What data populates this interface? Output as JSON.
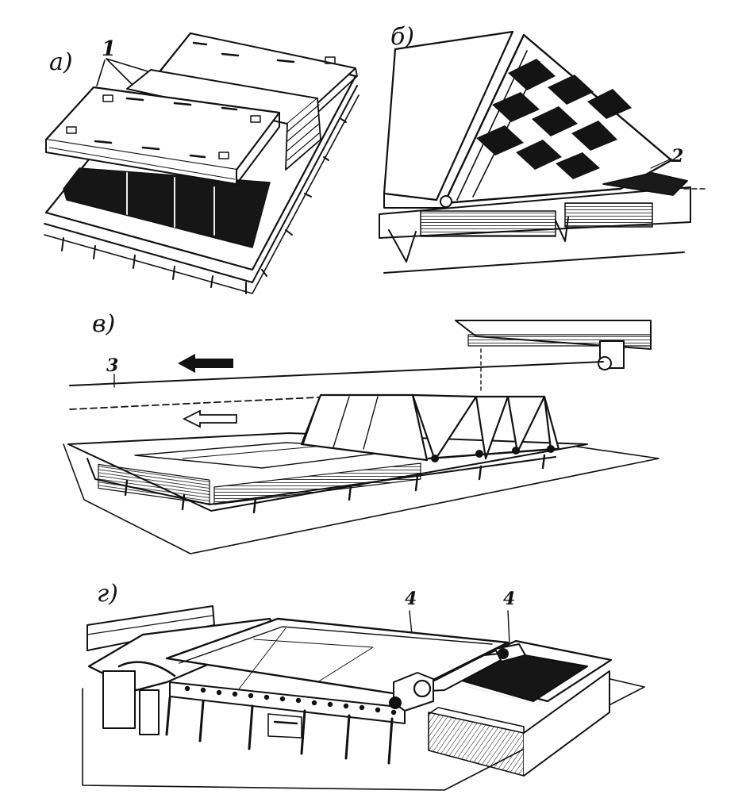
{
  "panels": {
    "a": {
      "label": "а)",
      "callout": "1"
    },
    "b": {
      "label": "б)",
      "callout": "2"
    },
    "v": {
      "label": "в)",
      "callout": "3"
    },
    "g": {
      "label": "г)",
      "callouts": [
        "4",
        "4"
      ]
    }
  },
  "colors": {
    "ink": "#111111",
    "paper": "#ffffff",
    "shade": "#1a1a1a"
  },
  "icons": [
    "solid-left-arrow",
    "outline-left-arrow"
  ]
}
